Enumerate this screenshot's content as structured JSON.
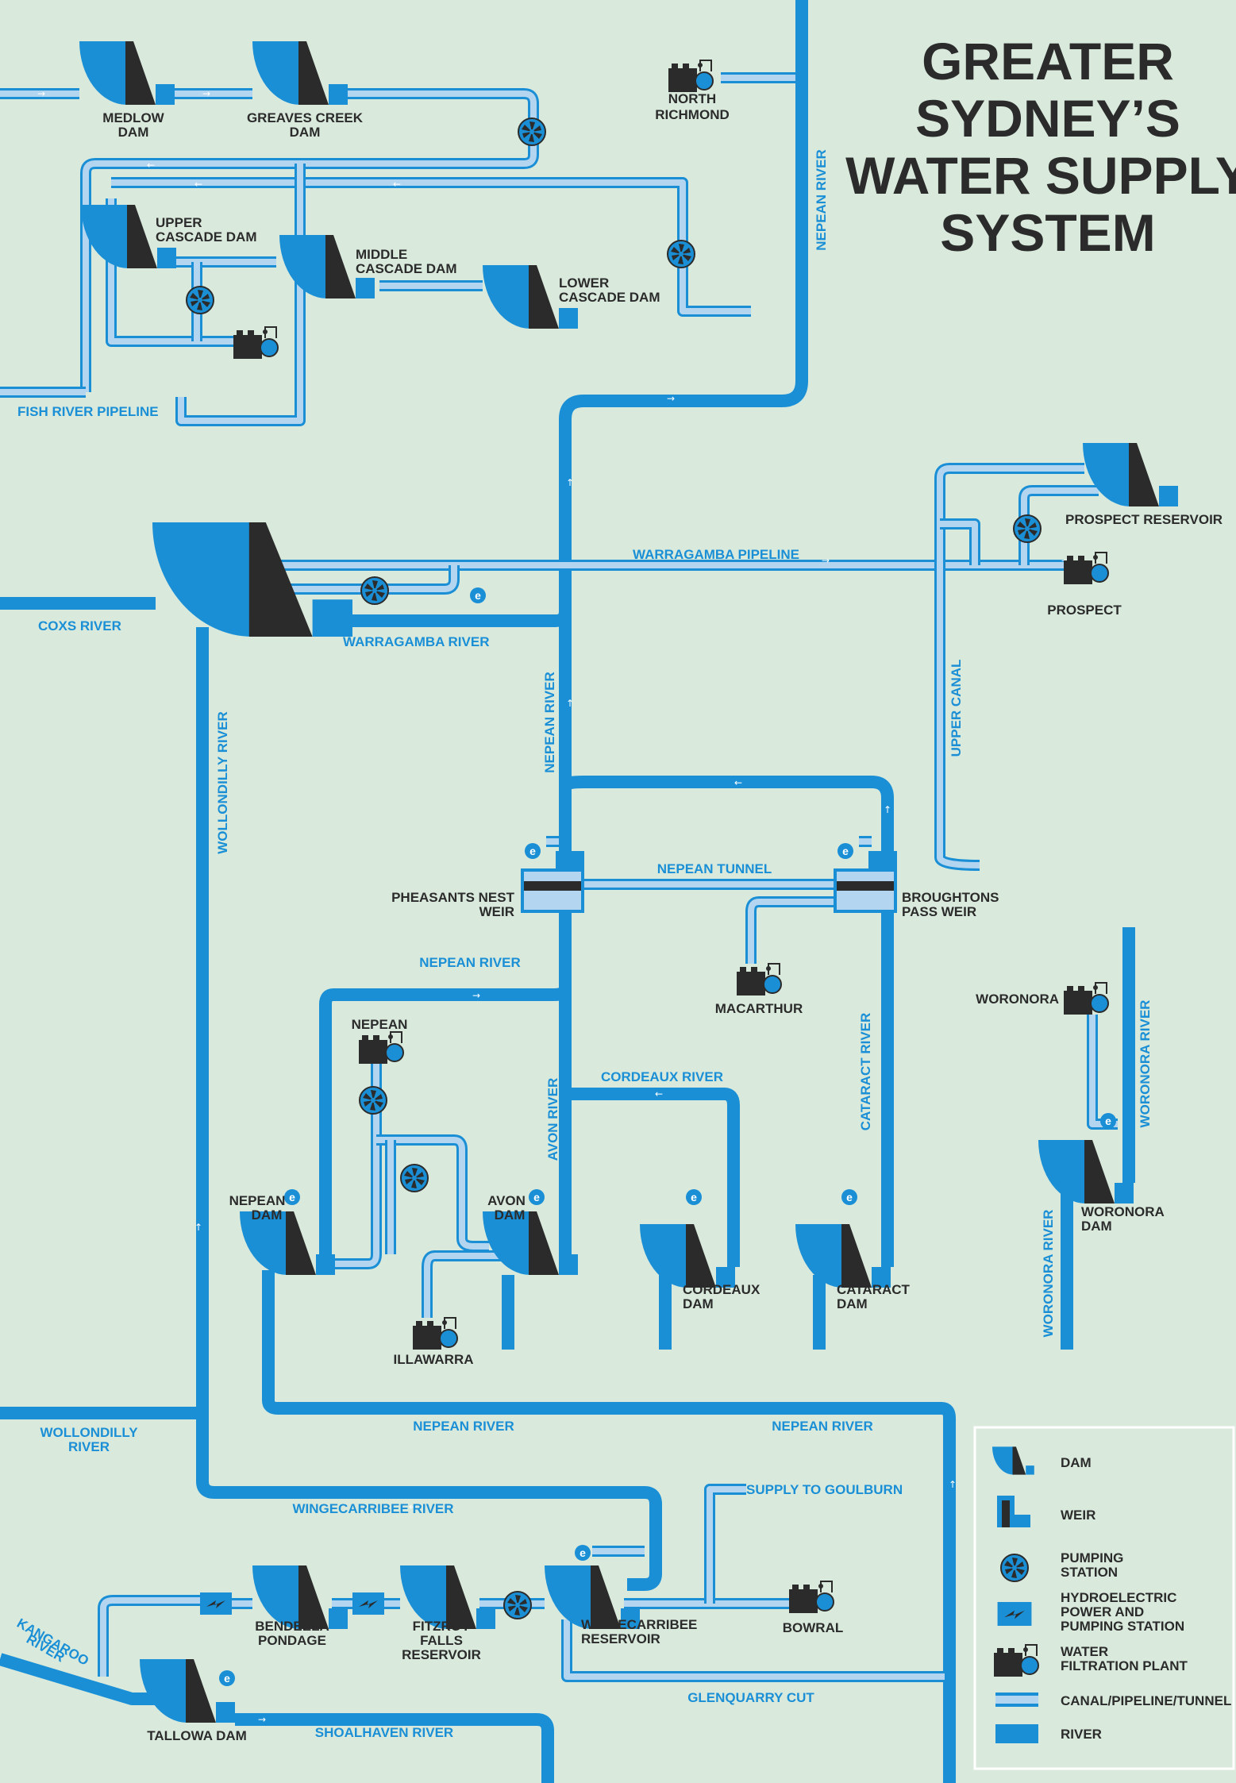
{
  "title": {
    "line1": "GREATER",
    "line2": "SYDNEY’S",
    "line3": "WATER SUPPLY",
    "line4": "SYSTEM"
  },
  "colors": {
    "background": "#d9eadd",
    "river": "#1a8fd6",
    "pipe": "#1a8fd6",
    "pipe_fill": "#b4d5f0",
    "dark": "#2b2b2b",
    "dam_blue": "#1a8fd6"
  },
  "labels": {
    "medlow_1": "MEDLOW",
    "medlow_2": "DAM",
    "greaves_1": "GREAVES CREEK",
    "greaves_2": "DAM",
    "north_richmond_1": "NORTH",
    "north_richmond_2": "RICHMOND",
    "upper_cascade_1": "UPPER",
    "upper_cascade_2": "CASCADE DAM",
    "middle_cascade_1": "MIDDLE",
    "middle_cascade_2": "CASCADE DAM",
    "lower_cascade_1": "LOWER",
    "lower_cascade_2": "CASCADE DAM",
    "fish_river_pipeline": "FISH RIVER PIPELINE",
    "nepean_river_top": "NEPEAN RIVER",
    "prospect_reservoir": "PROSPECT RESERVOIR",
    "prospect": "PROSPECT",
    "warragamba_pipeline": "WARRAGAMBA PIPELINE",
    "coxs_river": "COXS RIVER",
    "warragamba_river": "WARRAGAMBA RIVER",
    "nepean_river_mid": "NEPEAN RIVER",
    "upper_canal": "UPPER CANAL",
    "wollondilly_river_v": "WOLLONDILLY RIVER",
    "pheasants_nest_1": "PHEASANTS NEST",
    "pheasants_nest_2": "WEIR",
    "nepean_tunnel": "NEPEAN TUNNEL",
    "broughtons_1": "BROUGHTONS",
    "broughtons_2": "PASS WEIR",
    "nepean_river_lower": "NEPEAN RIVER",
    "macarthur": "MACARTHUR",
    "nepean_wfp": "NEPEAN",
    "cordeaux_river": "CORDEAUX RIVER",
    "avon_river": "AVON RIVER",
    "cataract_river": "CATARACT RIVER",
    "woronora_wfp": "WORONORA",
    "woronora_river_right": "WORONORA RIVER",
    "woronora_river_left": "WORONORA RIVER",
    "woronora_dam_1": "WORONORA",
    "woronora_dam_2": "DAM",
    "nepean_dam_1": "NEPEAN",
    "nepean_dam_2": "DAM",
    "avon_dam_1": "AVON",
    "avon_dam_2": "DAM",
    "cordeaux_dam_1": "CORDEAUX",
    "cordeaux_dam_2": "DAM",
    "cataract_dam_1": "CATARACT",
    "cataract_dam_2": "DAM",
    "illawarra": "ILLAWARRA",
    "nepean_river_bottom_left": "NEPEAN RIVER",
    "nepean_river_bottom_right": "NEPEAN RIVER",
    "wollondilly_1": "WOLLONDILLY",
    "wollondilly_2": "RIVER",
    "wingecarribee_river": "WINGECARRIBEE RIVER",
    "supply_goulburn": "SUPPLY TO GOULBURN",
    "kangaroo_1": "KANGAROO",
    "kangaroo_2": "RIVER",
    "bendeela_1": "BENDEELA",
    "bendeela_2": "PONDAGE",
    "fitzroy_1": "FITZROY",
    "fitzroy_2": "FALLS",
    "fitzroy_3": "RESERVOIR",
    "wingecarribee_res_1": "WINGECARRIBEE",
    "wingecarribee_res_2": "RESERVOIR",
    "bowral": "BOWRAL",
    "glenquarry": "GLENQUARRY CUT",
    "tallowa": "TALLOWA DAM",
    "shoalhaven": "SHOALHAVEN RIVER"
  },
  "legend": {
    "dam": "DAM",
    "weir": "WEIR",
    "pump_1": "PUMPING",
    "pump_2": "STATION",
    "hydro_1": "HYDROELECTRIC",
    "hydro_2": "POWER AND",
    "hydro_3": "PUMPING STATION",
    "wfp_1": "WATER",
    "wfp_2": "FILTRATION PLANT",
    "canal": "CANAL/PIPELINE/TUNNEL",
    "river": "RIVER"
  }
}
